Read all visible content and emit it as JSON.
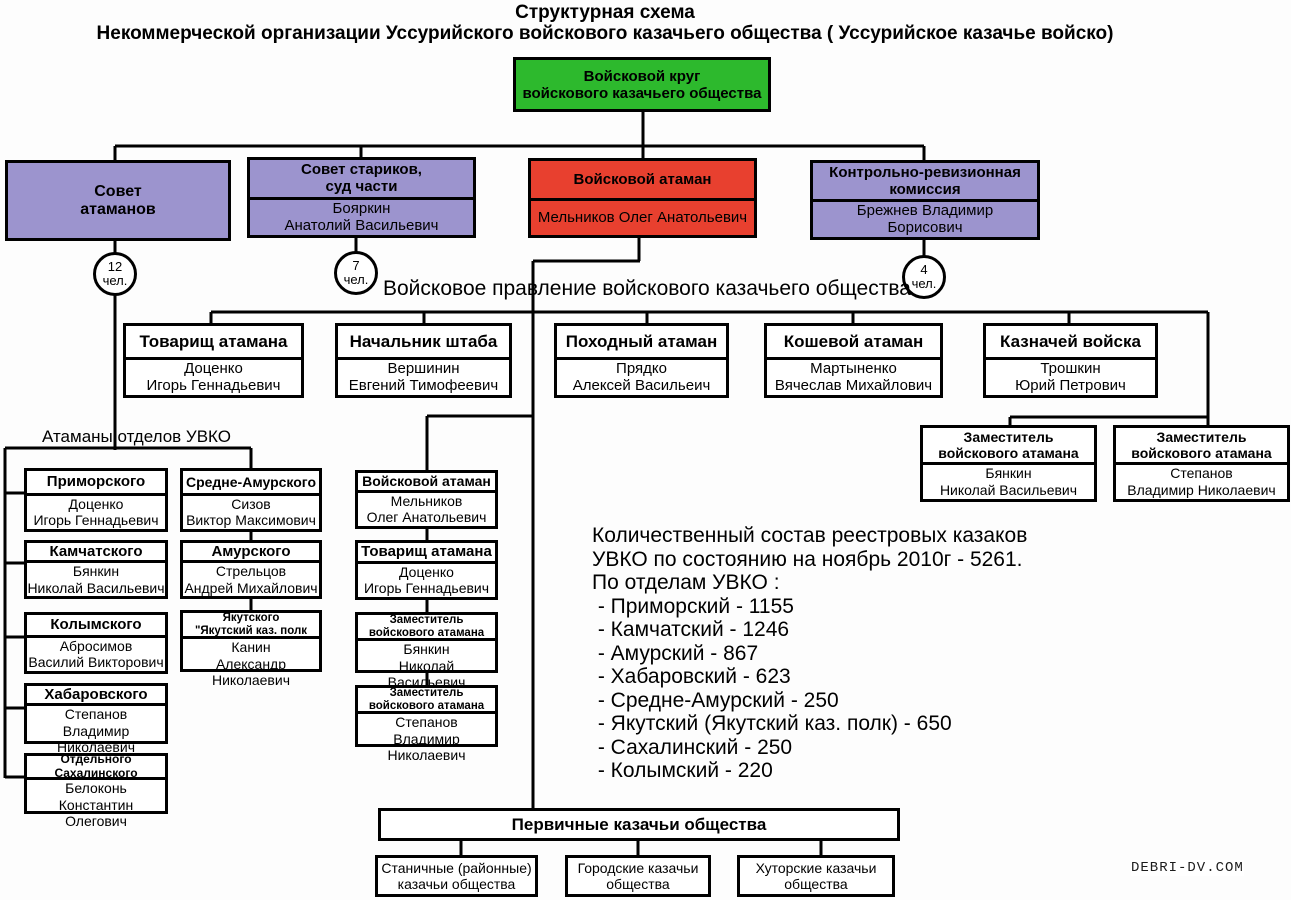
{
  "title": {
    "line1": "Структурная схема",
    "line2": "Некоммерческой организации Уссурийского войскового казачьего общества ( Уссурийское казачье войско)"
  },
  "colors": {
    "green": "#2DB92D",
    "purple": "#9C94CE",
    "red": "#E8402F",
    "line": "#000000"
  },
  "root_box": {
    "title": "Войсковой круг\nвойскового казачьего общества"
  },
  "top_row": [
    {
      "title": "Совет\nатаманов",
      "members": "12\nчел."
    },
    {
      "title": "Совет стариков,\nсуд части",
      "name": "Бояркин\nАнатолий Васильевич",
      "members": "7\nчел."
    },
    {
      "title": "Войсковой атаман",
      "name": "Мельников Олег Анатольевич"
    },
    {
      "title": "Контрольно-ревизионная\nкомиссия",
      "name": "Брежнев Владимир\nБорисович",
      "members": "4\nчел."
    }
  ],
  "board_label": "Войсковое правление войскового казачьего общества",
  "board_row": [
    {
      "title": "Товарищ атамана",
      "name": "Доценко\nИгорь Геннадьевич"
    },
    {
      "title": "Начальник штаба",
      "name": "Вершинин\nЕвгений Тимофеевич"
    },
    {
      "title": "Походный атаман",
      "name": "Прядко\nАлексей Васильеич"
    },
    {
      "title": "Кошевой атаман",
      "name": "Мартыненко\nВячеслав Михайлович"
    },
    {
      "title": "Казначей войска",
      "name": "Трошкин\nЮрий Петрович"
    }
  ],
  "deputies": [
    {
      "title": "Заместитель\nвойскового атамана",
      "name": "Бянкин\nНиколай Васильевич"
    },
    {
      "title": "Заместитель\nвойскового атамана",
      "name": "Степанов\nВладимир Николаевич"
    }
  ],
  "otdel_label": "Атаманы отделов УВКО",
  "otdel_col1": [
    {
      "title": "Приморского",
      "name": "Доценко\nИгорь Геннадьевич"
    },
    {
      "title": "Камчатского",
      "name": "Бянкин\nНиколай Васильевич"
    },
    {
      "title": "Колымского",
      "name": "Абросимов\nВасилий Викторович"
    },
    {
      "title": "Хабаровского",
      "name": "Степанов\nВладимир Николаевич"
    },
    {
      "title": "Отдельного Сахалинского",
      "name": "Белоконь\nКонстантин Олегович"
    }
  ],
  "otdel_col2": [
    {
      "title": "Средне-Амурского",
      "name": "Сизов\nВиктор Максимович"
    },
    {
      "title": "Амурского",
      "name": "Стрельцов\nАндрей Михайлович"
    },
    {
      "title": "Якутского\n\"Якутский каз. полк",
      "name": "Канин\nАлександр Николаевич"
    }
  ],
  "ataman_col": [
    {
      "title": "Войсковой атаман",
      "name": "Мельников\nОлег Анатольевич"
    },
    {
      "title": "Товарищ атамана",
      "name": "Доценко\nИгорь Геннадьевич"
    },
    {
      "title": "Заместитель\nвойскового атамана",
      "name": "Бянкин\nНиколай Васильевич"
    },
    {
      "title": "Заместитель\nвойскового атамана",
      "name": "Степанов\nВладимир Николаевич"
    }
  ],
  "info": {
    "lines": [
      "Количественный состав реестровых казаков",
      "УВКО по состоянию на ноябрь 2010г - 5261.",
      "По отделам УВКО :",
      " - Приморский - 1155",
      " - Камчатский - 1246",
      " - Амурский - 867",
      " - Хабаровский - 623",
      " - Средне-Амурский - 250",
      " - Якутский (Якутский каз. полк) - 650",
      " - Сахалинский - 250",
      " - Колымский - 220"
    ]
  },
  "primary": {
    "title": "Первичные казачьи общества",
    "children": [
      "Станичные (районные)\nказачьи общества",
      "Городские казачьи\nобщества",
      "Хуторские казачьи\nобщества"
    ]
  },
  "watermark": "DEBRI-DV.COM"
}
